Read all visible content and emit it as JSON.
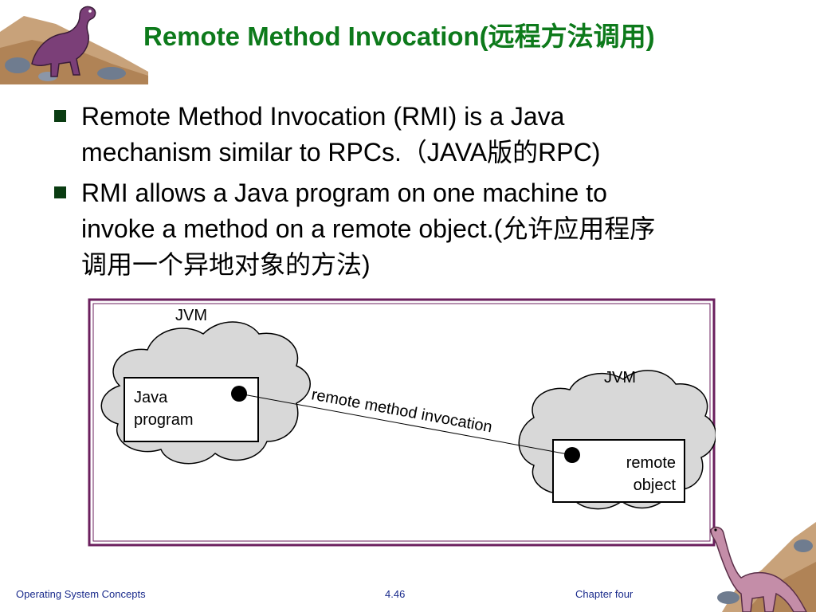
{
  "title": "Remote Method Invocation(远程方法调用)",
  "bullets": [
    {
      "line1": "Remote Method Invocation (RMI) is a Java",
      "line2": "mechanism similar to RPCs.（JAVA版的RPC)"
    },
    {
      "line1": "RMI allows a Java program on one machine to",
      "line2": "invoke a method on a remote object.(允许应用程序",
      "line3": "调用一个异地对象的方法)"
    }
  ],
  "diagram": {
    "left_jvm_label": "JVM",
    "right_jvm_label": "JVM",
    "left_box_line1": "Java",
    "left_box_line2": "program",
    "right_box_line1": "remote",
    "right_box_line2": "object",
    "connection_label": "remote method invocation"
  },
  "footer": {
    "left": "Operating System Concepts",
    "center": "4.46",
    "right": "Chapter four"
  },
  "colors": {
    "title": "#0d7a1b",
    "frame": "#6b1f5e",
    "footer": "#1a2b8c"
  }
}
